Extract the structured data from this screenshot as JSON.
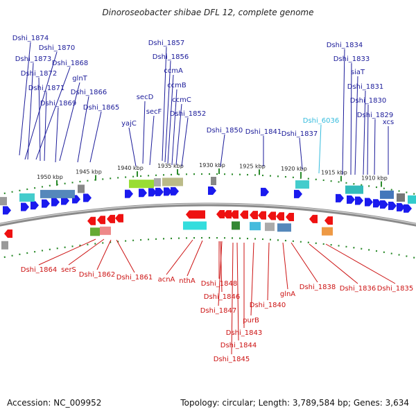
{
  "title": "Dinoroseobacter shibae DFL 12, complete genome",
  "accession": "Accession: NC_009952",
  "topology": "Topology: circular; Length: 3,789,584 bp; Genes: 3,634",
  "colors": {
    "forward_gene": "#1a1aee",
    "reverse_gene": "#ee1111",
    "forward_label": "#1a1a99",
    "reverse_label": "#cc1111",
    "highlight_label": "#33bbdd",
    "tick": "#2a8a2a",
    "backbone": "#8a8a8a"
  },
  "scale_ticks": [
    "1950 kbp",
    "1945 kbp",
    "1940 kbp",
    "1935 kbp",
    "1930 kbp",
    "1925 kbp",
    "1920 kbp",
    "1915 kbp",
    "1910 kbp"
  ],
  "top_labels": [
    "Dshi_1874",
    "Dshi_1870",
    "Dshi_1873",
    "Dshi_1868",
    "Dshi_1872",
    "glnT",
    "Dshi_1871",
    "Dshi_1866",
    "Dshi_1869",
    "Dshi_1865",
    "Dshi_1857",
    "Dshi_1856",
    "ccmA",
    "ccmB",
    "secD",
    "ccmC",
    "secF",
    "Dshi_1852",
    "yajC",
    "Dshi_1850",
    "Dshi_1841",
    "Dshi_6036",
    "Dshi_1837",
    "Dshi_1834",
    "Dshi_1833",
    "siaT",
    "Dshi_1831",
    "Dshi_1830",
    "Dshi_1829",
    "xcs"
  ],
  "bottom_labels": [
    "Dshi_1864",
    "serS",
    "Dshi_1862",
    "Dshi_1861",
    "acnA",
    "nthA",
    "Dshi_1848",
    "Dshi_1846",
    "Dshi_1847",
    "Dshi_1840",
    "glnA",
    "purB",
    "Dshi_1843",
    "Dshi_1844",
    "Dshi_1845",
    "Dshi_1838",
    "Dshi_1836",
    "Dshi_1835"
  ]
}
